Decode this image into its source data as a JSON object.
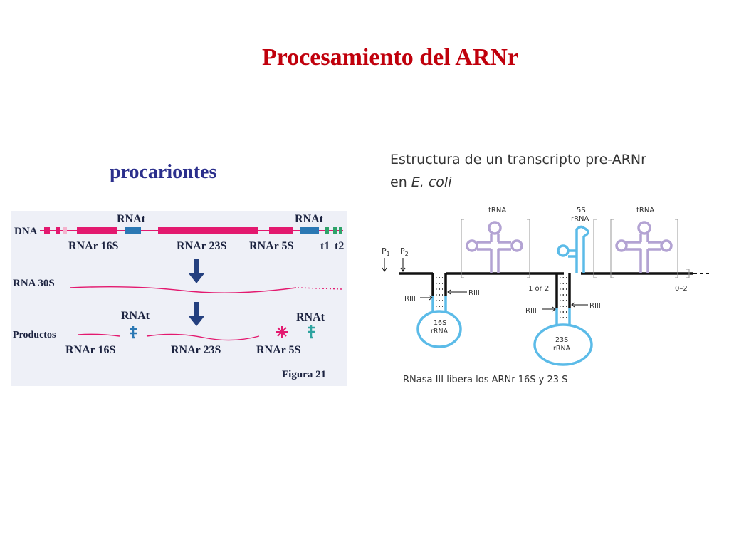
{
  "slide": {
    "title": "Procesamiento del ARNr",
    "subtitle": "procariontes"
  },
  "left_figure": {
    "dna_label": "DNA",
    "rnat_top_1": "RNAt",
    "rnat_top_2": "RNAt",
    "gene_16s": "RNAr 16S",
    "gene_23s": "RNAr 23S",
    "gene_5s": "RNAr 5S",
    "t1": "t1",
    "t2": "t2",
    "rna30s_label": "RNA 30S",
    "rnat_prod_1": "RNAt",
    "rnat_prod_2": "RNAt",
    "productos_label": "Productos",
    "prod_16s": "RNAr 16S",
    "prod_23s": "RNAr 23S",
    "prod_5s": "RNAr 5S",
    "caption": "Figura 21",
    "colors": {
      "rrna": "#e3196f",
      "trna": "#2b78b4",
      "terminator": "#2ea36a",
      "arrow": "#24407f"
    }
  },
  "right_figure": {
    "heading_line1": "Estructura de un transcripto  pre-ARNr",
    "heading_line2_prefix": "en ",
    "heading_line2_italic": "E. coli",
    "p1": "P",
    "p1_sub": "1",
    "p2": "P",
    "p2_sub": "2",
    "trna_1": "tRNA",
    "five_s_1": "5S",
    "five_s_2": "rRNA",
    "trna_2": "tRNA",
    "riii_1": "RIII",
    "riii_2": "RIII",
    "riii_3": "RIII",
    "riii_4": "RIII",
    "one_or_two": "1 or 2",
    "zero_two": "0–2",
    "sixteen_s_1": "16S",
    "sixteen_s_2": "rRNA",
    "twentythree_s_1": "23S",
    "twentythree_s_2": "rRNA",
    "caption": "RNasa III libera los ARNr 16S y 23 S",
    "colors": {
      "rrna": "#5bbbe8",
      "trna": "#b3a3d3",
      "backbone": "#111111"
    }
  }
}
